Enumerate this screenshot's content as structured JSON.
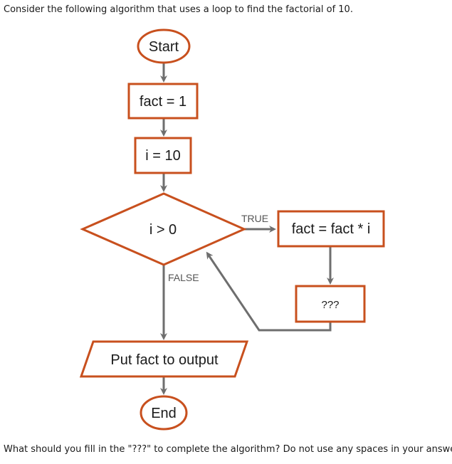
{
  "intro_text": "Consider the following algorithm that uses a loop to find the factorial of 10.",
  "question_text": "What should you fill in the \"???\" to complete the algorithm? Do not use any spaces in your answer.",
  "flowchart": {
    "start": "Start",
    "init_fact": "fact = 1",
    "init_i": "i = 10",
    "condition": "i > 0",
    "true_label": "TRUE",
    "false_label": "FALSE",
    "multiply": "fact = fact * i",
    "unknown": "???",
    "output": "Put fact to output",
    "end": "End"
  },
  "colors": {
    "node_border": "#c8501e",
    "arrow": "#6e6e6e",
    "text": "#1a1a1a"
  }
}
